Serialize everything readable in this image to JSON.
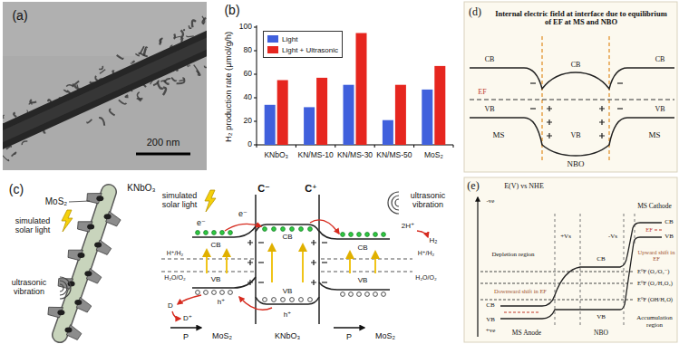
{
  "diagram": {
    "labels": [
      "(a)",
      "200 nm",
      "(b)",
      "H₂ production rate (μmol/g/h)",
      "0",
      "20",
      "40",
      "60",
      "80",
      "100",
      "KNbO₃",
      "KN/MS-10",
      "KN/MS-30",
      "KN/MS-50",
      "MoS₂",
      "(c)",
      "MoS₂",
      "KNbO₃",
      "simulated solar light",
      "ultrasonic vibration",
      "simulated solar light",
      "ultrasonic vibration",
      "C⁻",
      "C⁺",
      "e⁻",
      "e⁻",
      "CB",
      "VB",
      "CB",
      "VB",
      "CB",
      "VB",
      "H⁺/H₂",
      "H₂O/O₂",
      "H⁺/H₂",
      "H₂O/O₂",
      "2H⁺",
      "H₂",
      "D",
      "D⁺",
      "h⁺",
      "h⁺",
      "P",
      "MoS₂",
      "KNbO₃",
      "P",
      "MoS₂",
      "(d)",
      "Internal electric field at interface due to equilibrium of EF at MS and NBO",
      "CB",
      "CB",
      "CB",
      "EF",
      "VB",
      "VB",
      "VB",
      "MS",
      "MS",
      "NBO",
      "(e)",
      "E(V) vs NHE",
      "-ve",
      "+ve",
      "MS Cathode",
      "CB",
      "VB",
      "EF",
      "+Vs",
      "-Vs",
      "Depletion region",
      "Downward shift in EF",
      "Upward shift in EF",
      "Accumulation region",
      "E⁰F (O₂/O₂⁻)",
      "E⁰F (O₂/H₂O₂)",
      "E⁰F (OH/H₂O)",
      "CB",
      "VB",
      "NBO",
      "CB",
      "VB",
      "MS Anode"
    ],
    "legend": [
      {
        "text": "Light",
        "color": "#4060dc"
      },
      {
        "text": "Light + Ultrasonic",
        "color": "#e6261f"
      }
    ]
  }
}
